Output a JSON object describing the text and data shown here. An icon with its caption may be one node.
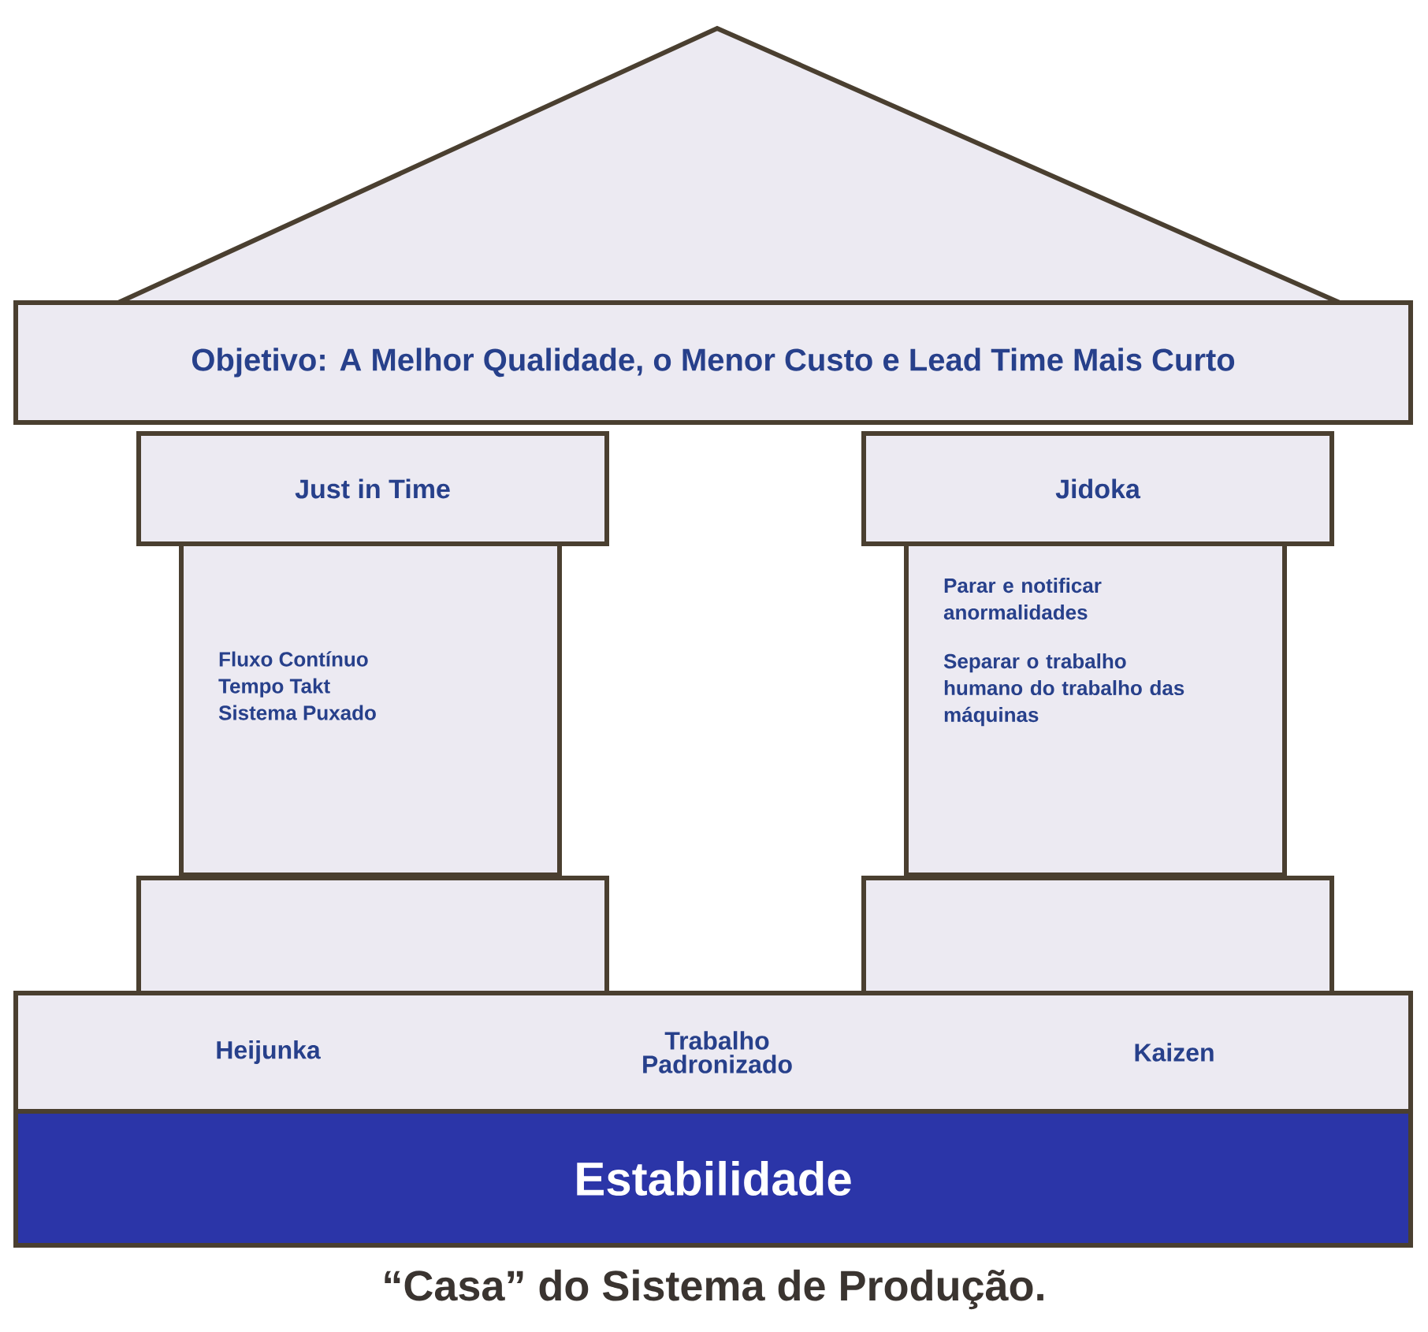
{
  "diagram": {
    "caption": "“Casa” do Sistema de Produção.",
    "nodes": [
      {
        "text": [
          "Objetivo: A Melhor Qualidade, o Menor Custo e Lead Time Mais Curto"
        ]
      },
      {
        "text": [
          "Just in Time"
        ]
      },
      {
        "text": [
          "Fluxo Contínuo",
          "Tempo Takt",
          "Sistema Puxado"
        ]
      },
      {
        "text": [],
        "shape": "box"
      },
      {
        "text": [
          "Jidoka"
        ]
      },
      {
        "text": [
          "Parar e notificar anormalidades",
          "Separar o trabalho humano do trabalho das máquinas"
        ]
      },
      {
        "text": [],
        "shape": "box"
      },
      {
        "text": [
          "Heijunka",
          "Trabalho Padronizado",
          "Kaizen"
        ]
      },
      {
        "text": [
          "Estabilidade"
        ]
      }
    ]
  }
}
